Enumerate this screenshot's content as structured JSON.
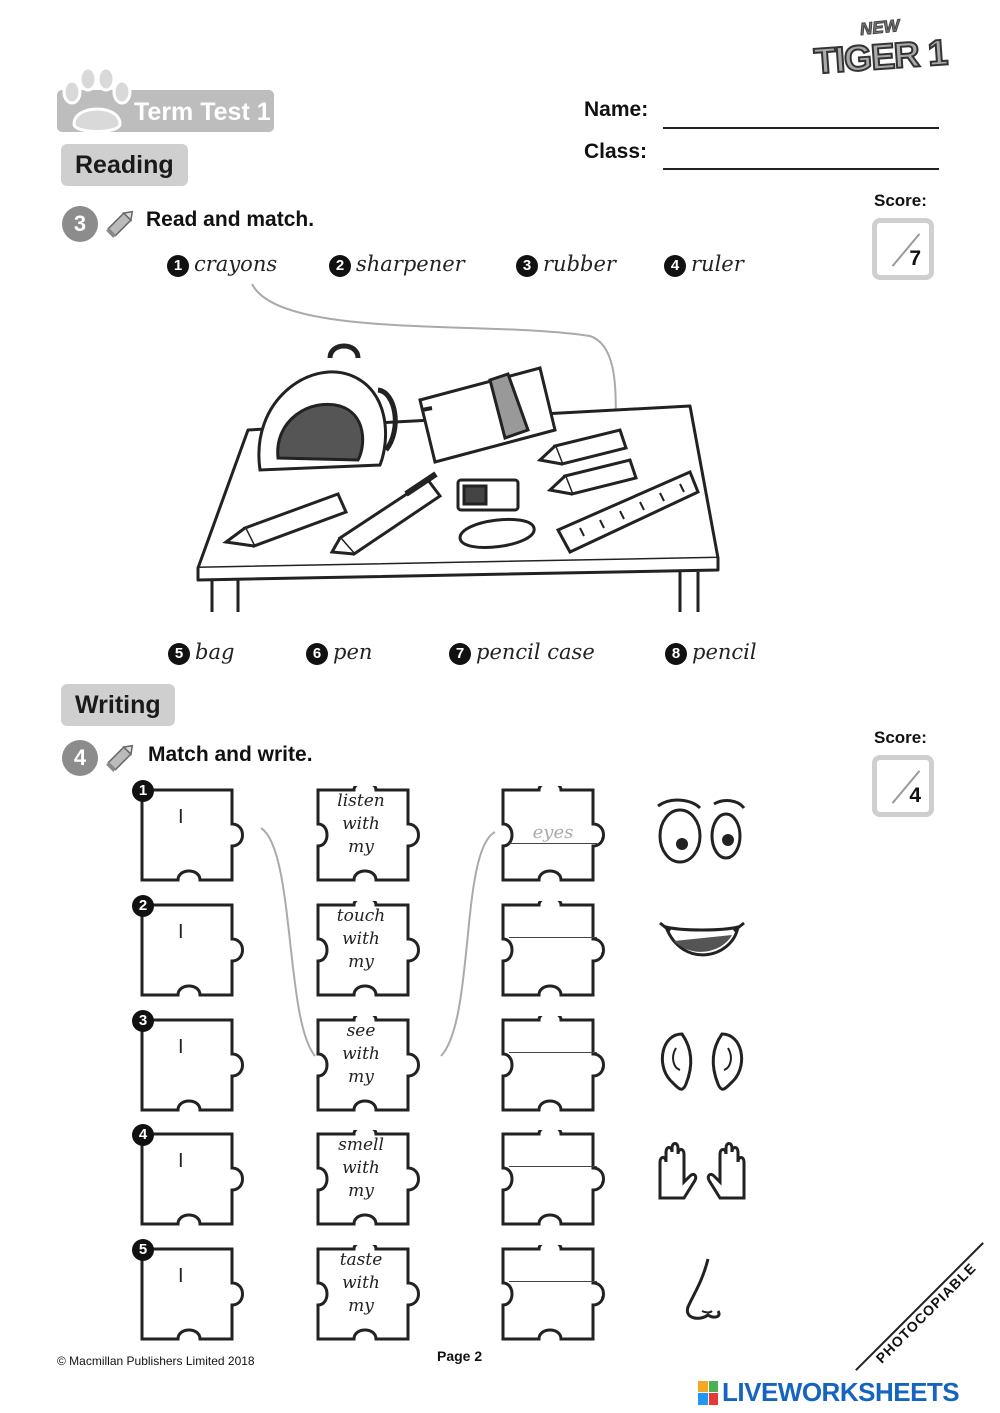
{
  "header": {
    "logo_new": "NEW",
    "logo_tiger": "TIGER 1",
    "test_title": "Term Test 1",
    "name_label": "Name:",
    "class_label": "Class:"
  },
  "reading": {
    "section_label": "Reading",
    "exercise_number": "3",
    "instruction": "Read and match.",
    "score_label": "Score:",
    "score_total": "7",
    "top_words": [
      {
        "n": "1",
        "w": "crayons"
      },
      {
        "n": "2",
        "w": "sharpener"
      },
      {
        "n": "3",
        "w": "rubber"
      },
      {
        "n": "4",
        "w": "ruler"
      }
    ],
    "bottom_words": [
      {
        "n": "5",
        "w": "bag"
      },
      {
        "n": "6",
        "w": "pen"
      },
      {
        "n": "7",
        "w": "pencil case"
      },
      {
        "n": "8",
        "w": "pencil"
      }
    ]
  },
  "writing": {
    "section_label": "Writing",
    "exercise_number": "4",
    "instruction": "Match and write.",
    "score_label": "Score:",
    "score_total": "4",
    "rows": [
      {
        "n": "1",
        "left": "I",
        "w1": "listen",
        "w2": "with",
        "w3": "my",
        "answer": "eyes",
        "icon": "eyes-icon"
      },
      {
        "n": "2",
        "left": "I",
        "w1": "touch",
        "w2": "with",
        "w3": "my",
        "answer": "",
        "icon": "mouth-icon"
      },
      {
        "n": "3",
        "left": "I",
        "w1": "see",
        "w2": "with",
        "w3": "my",
        "answer": "",
        "icon": "ears-icon"
      },
      {
        "n": "4",
        "left": "I",
        "w1": "smell",
        "w2": "with",
        "w3": "my",
        "answer": "",
        "icon": "hands-icon"
      },
      {
        "n": "5",
        "left": "I",
        "w1": "taste",
        "w2": "with",
        "w3": "my",
        "answer": "",
        "icon": "nose-icon"
      }
    ]
  },
  "footer": {
    "copyright": "© Macmillan Publishers Limited 2018",
    "page": "Page 2",
    "photocopiable": "PHOTOCOPIABLE",
    "brand": "LIVEWORKSHEETS"
  }
}
